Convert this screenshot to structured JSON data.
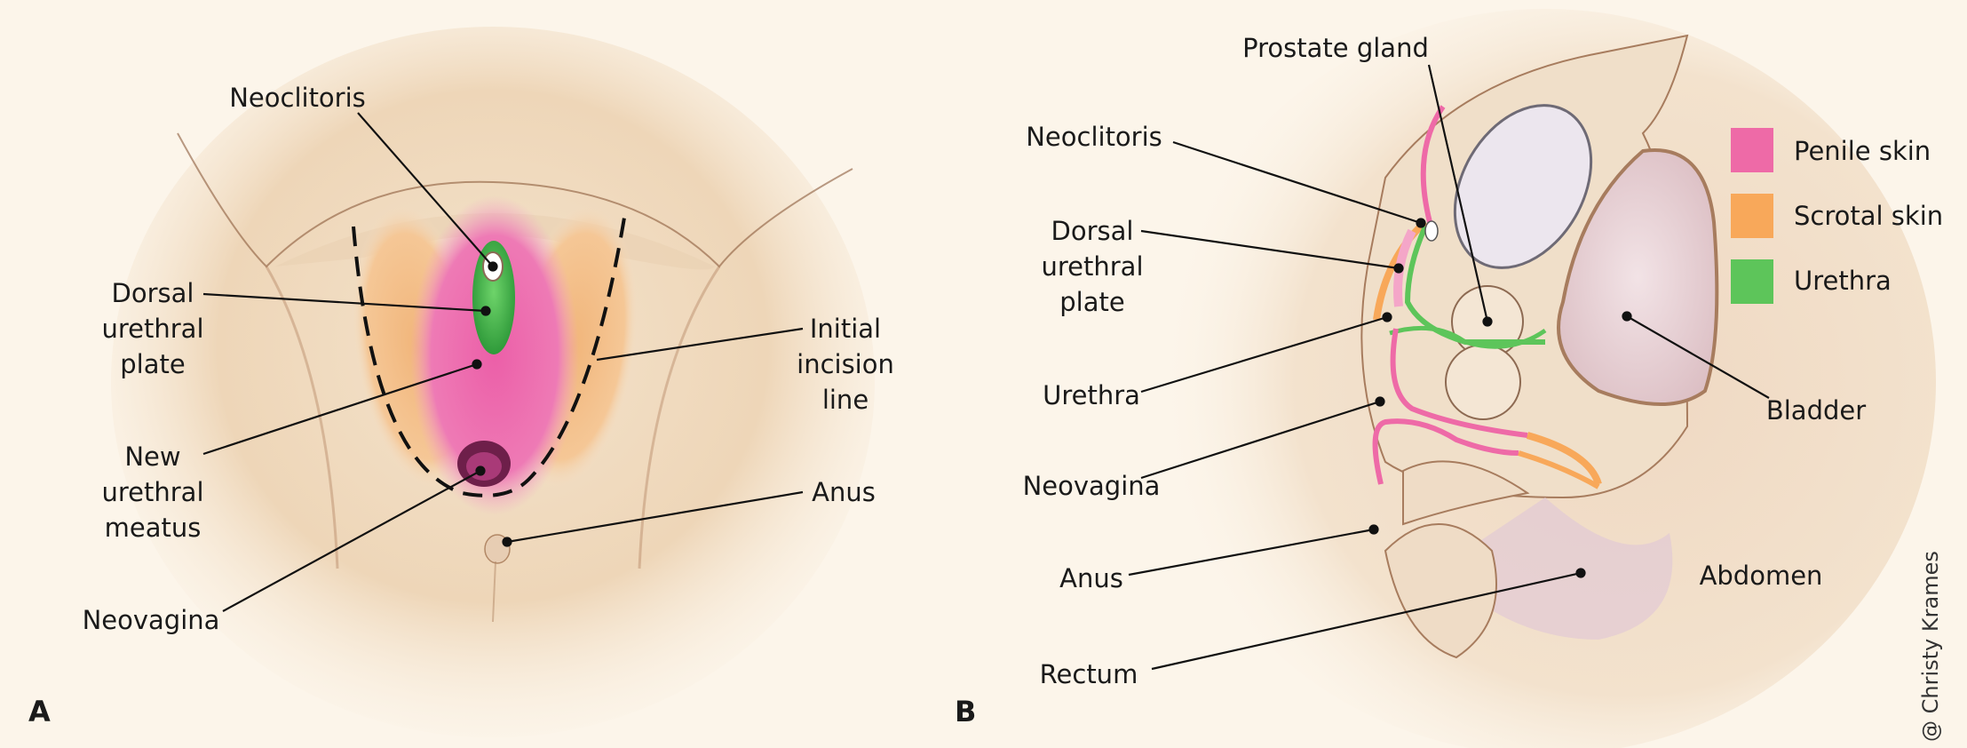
{
  "panel_a": {
    "letter": "A",
    "labels": {
      "neoclitoris": "Neoclitoris",
      "dorsal_urethral_plate": [
        "Dorsal",
        "urethral",
        "plate"
      ],
      "new_urethral_meatus": [
        "New",
        "urethral",
        "meatus"
      ],
      "neovagina": "Neovagina",
      "initial_incision_line": [
        "Initial",
        "incision",
        "line"
      ],
      "anus": "Anus"
    }
  },
  "panel_b": {
    "letter": "B",
    "labels": {
      "prostate_gland": "Prostate gland",
      "neoclitoris": "Neoclitoris",
      "dorsal_urethral_plate": [
        "Dorsal",
        "urethral",
        "plate"
      ],
      "urethra": "Urethra",
      "neovagina": "Neovagina",
      "anus": "Anus",
      "rectum": "Rectum",
      "bladder": "Bladder",
      "abdomen": "Abdomen"
    },
    "legend": [
      {
        "label": "Penile skin",
        "color": "#ee6aa7"
      },
      {
        "label": "Scrotal skin",
        "color": "#f8a85a"
      },
      {
        "label": "Urethra",
        "color": "#5dc55a"
      }
    ]
  },
  "copyright": "@ Christy Krames"
}
